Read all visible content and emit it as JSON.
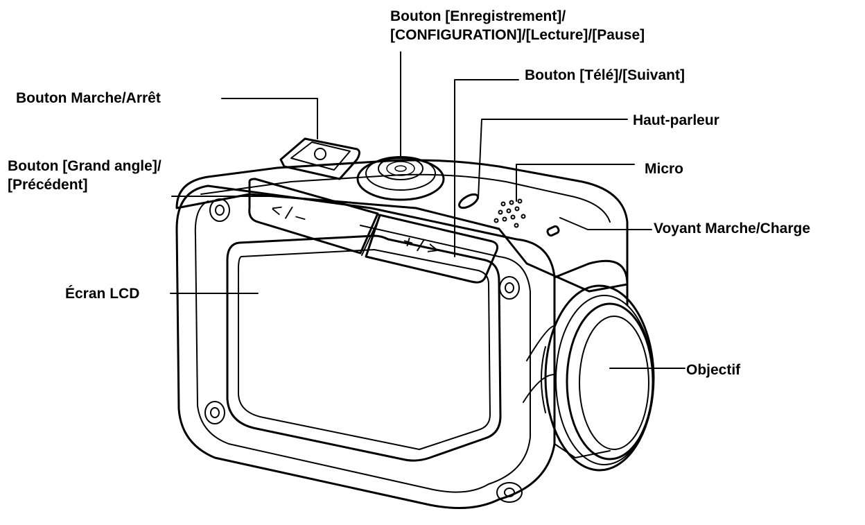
{
  "labels": {
    "record_button": [
      "Bouton [Enregistrement]/",
      "[CONFIGURATION]/[Lecture]/[Pause]"
    ],
    "tele_button": "Bouton [Télé]/[Suivant]",
    "power_button": "Bouton Marche/Arrêt",
    "speaker": "Haut-parleur",
    "wide_button": [
      "Bouton [Grand angle]/",
      "[Précédent]"
    ],
    "mic": "Micro",
    "power_led": "Voyant Marche/Charge",
    "lcd_screen": "Écran LCD",
    "lens": "Objectif"
  },
  "button_glyphs": {
    "left": "< / –",
    "right": "+ / >"
  }
}
